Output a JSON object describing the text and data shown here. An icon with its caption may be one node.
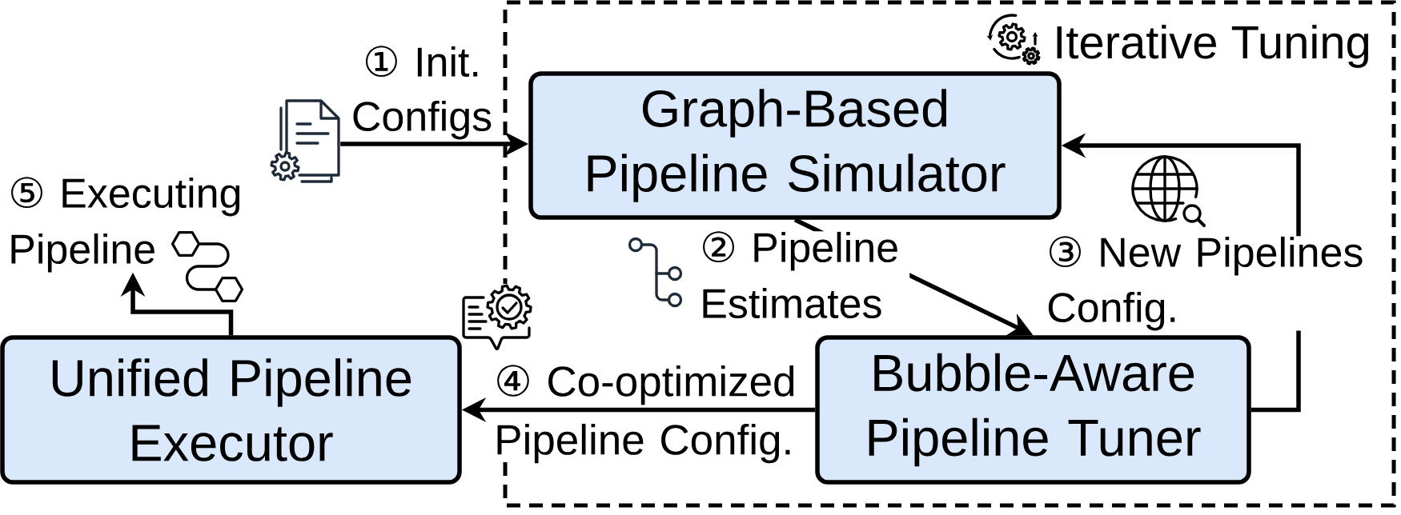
{
  "diagram": {
    "nodes": [
      {
        "text": [
          "Iterative Tuning"
        ]
      },
      {
        "text": [
          "Graph-Based Pipeline Simulator"
        ],
        "in": 0
      },
      {
        "text": [
          "Bubble-Aware Pipeline Tuner"
        ],
        "in": 0
      },
      {
        "text": [
          "Unified Pipeline Executor"
        ]
      },
      {
        "text": [],
        "shape": "picture"
      },
      {
        "text": [
          "⑤ Executing Pipeline"
        ]
      }
    ],
    "edges": [
      {
        "from": 4,
        "to": 1,
        "arrow": "to",
        "label": "① Init. Configs"
      },
      {
        "from": 1,
        "to": 2,
        "arrow": "to",
        "label": "② Pipeline Estimates"
      },
      {
        "from": 2,
        "to": 1,
        "arrow": "to",
        "label": "③ New Pipelines Config."
      },
      {
        "from": 2,
        "to": 3,
        "arrow": "to",
        "label": "④ Co-optimized Pipeline Config."
      },
      {
        "from": 3,
        "to": 5,
        "arrow": "to"
      }
    ]
  }
}
